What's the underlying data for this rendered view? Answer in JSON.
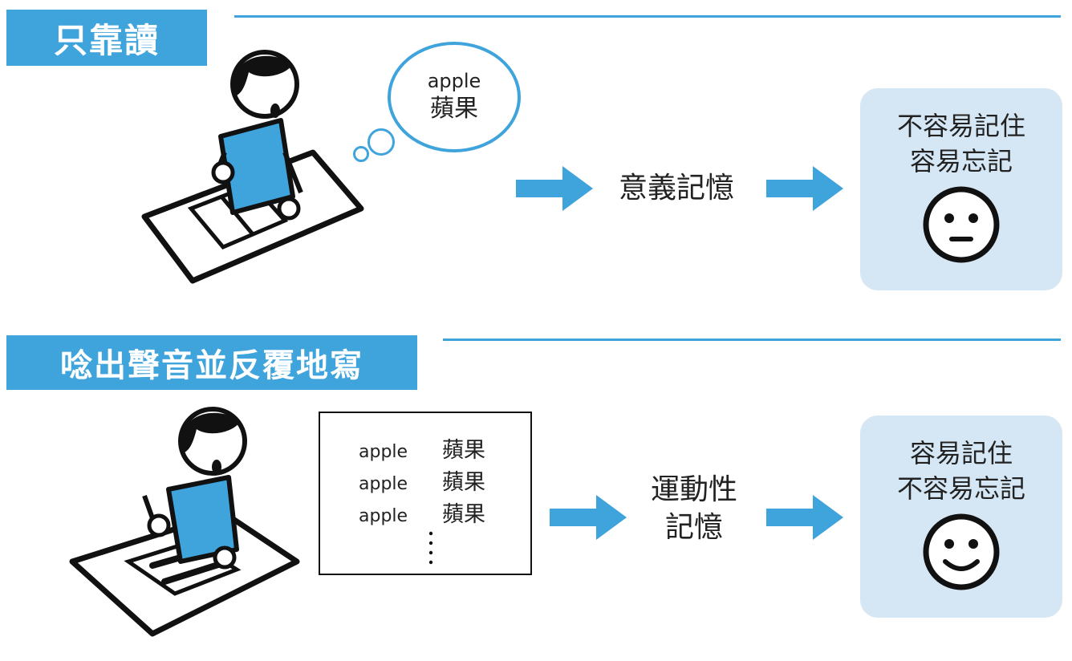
{
  "method_reading": {
    "header": "只靠讀",
    "thought": {
      "word": "apple",
      "meaning": "蘋果"
    },
    "process": "意義記憶",
    "result": {
      "line1": "不容易記住",
      "line2": "容易忘記",
      "face": "neutral-face-icon"
    }
  },
  "method_writing": {
    "header": "唸出聲音並反覆地寫",
    "notebook": [
      {
        "word": "apple",
        "meaning": "蘋果"
      },
      {
        "word": "apple",
        "meaning": "蘋果"
      },
      {
        "word": "apple",
        "meaning": "蘋果"
      }
    ],
    "process_line1": "運動性",
    "process_line2": "記憶",
    "result": {
      "line1": "容易記住",
      "line2": "不容易忘記",
      "face": "smiley-face-icon"
    }
  },
  "colors": {
    "accent": "#3fa3dc",
    "result_bg": "#d5e7f5",
    "ink": "#111111"
  }
}
